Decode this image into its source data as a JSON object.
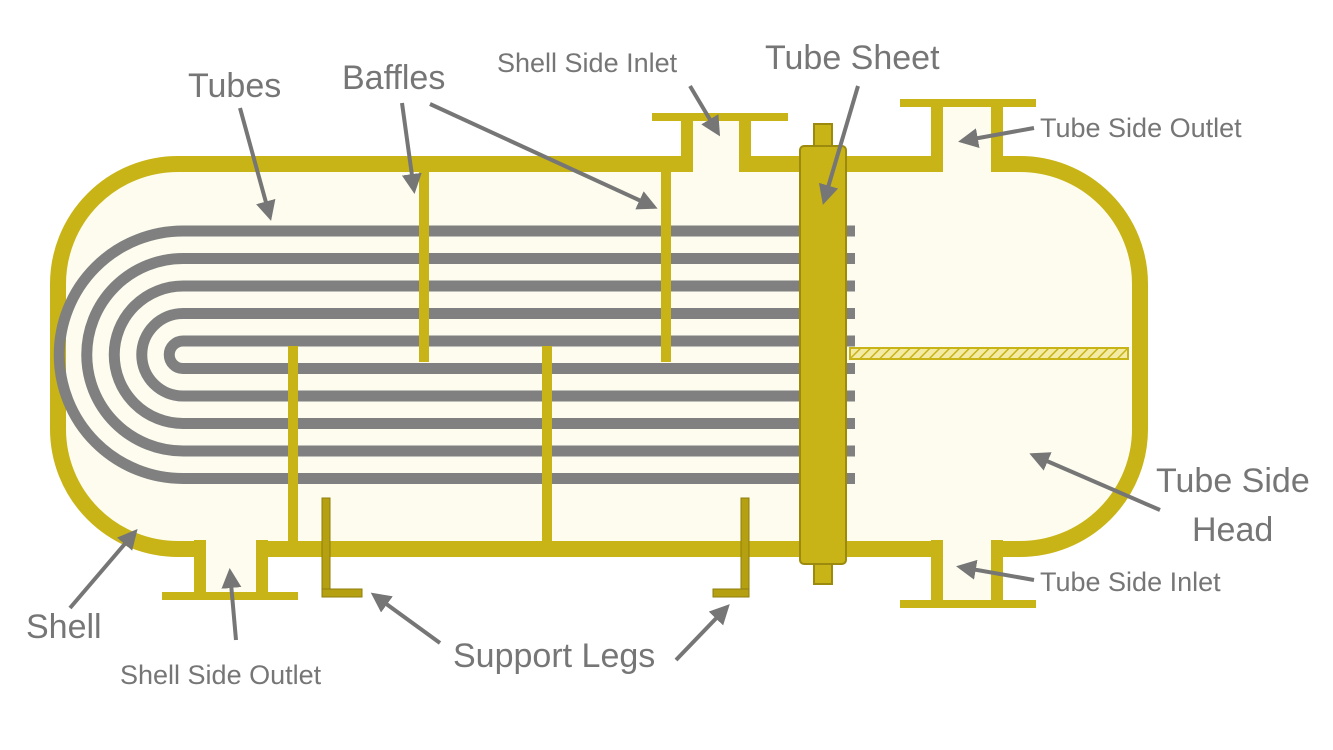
{
  "diagram": {
    "labels": {
      "tubes": "Tubes",
      "baffles": "Baffles",
      "shell_side_inlet": "Shell Side Inlet",
      "tube_sheet": "Tube Sheet",
      "tube_side_outlet": "Tube Side Outlet",
      "tube_side_head_line1": "Tube Side",
      "tube_side_head_line2": "Head",
      "tube_side_inlet": "Tube Side Inlet",
      "shell": "Shell",
      "shell_side_outlet": "Shell Side Outlet",
      "support_legs": "Support Legs"
    },
    "colors": {
      "shell": "#c8b416",
      "shell_interior": "#fdfcef",
      "tubes": "#808080",
      "tube_sheet": "#c8b416",
      "leg": "#b5a012",
      "label_text": "#767676",
      "arrow": "#767676"
    },
    "tube_count": 10
  }
}
